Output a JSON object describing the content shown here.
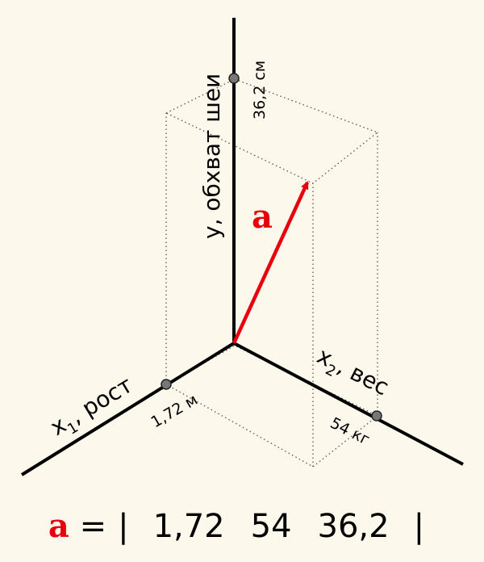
{
  "axes": {
    "x1_var": "x",
    "x1_sub": "1",
    "x1_name": ", рост",
    "x2_var": "x",
    "x2_sub": "2",
    "x2_name": ", вес",
    "y_label": "y, обхват шеи"
  },
  "values": {
    "x1": "1,72 м",
    "x2": "54 кг",
    "y": "36,2 см"
  },
  "vector": {
    "name": "a",
    "components": [
      "1,72",
      "54",
      "36,2"
    ],
    "color": "#e8000d"
  },
  "formula": {
    "equals": "=",
    "bar": "|"
  }
}
